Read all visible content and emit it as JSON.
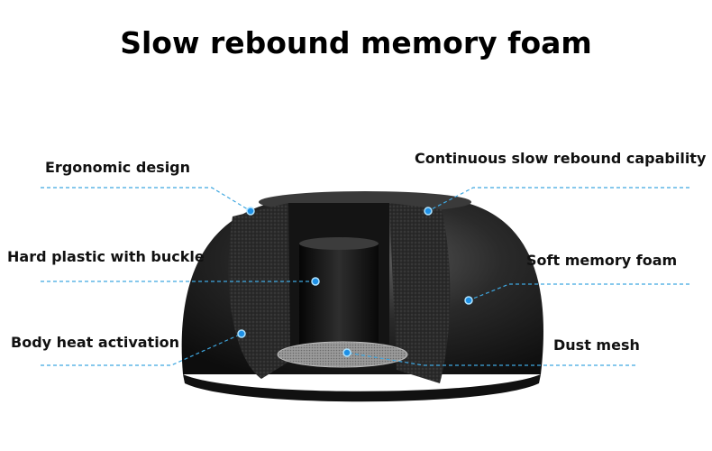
{
  "title": "Slow rebound memory foam",
  "labels": {
    "ergonomic": "Ergonomic design",
    "hard_plastic": "Hard plastic with buckle",
    "body_heat": "Body heat activation",
    "continuous": "Continuous slow rebound capability",
    "soft_foam": "Soft memory foam",
    "dust_mesh": "Dust mesh"
  },
  "colors": {
    "callout_line": "#3fa7e0",
    "callout_dot": "#1e90e6",
    "foam": "#2b2b2b",
    "shell": "#1c1c1c"
  }
}
